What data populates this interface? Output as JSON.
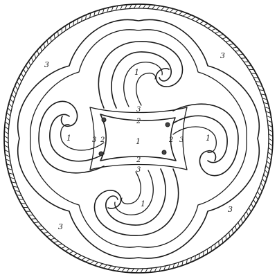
{
  "figure": {
    "zone_labels": {
      "center": "1",
      "center_left": "2",
      "center_right": "2",
      "center_top": "2",
      "center_bottom": "2",
      "border_top": "3",
      "border_bottom": "3",
      "border_left": "3",
      "border_right": "3",
      "lobe_top": "1",
      "lobe_bottom": "1",
      "lobe_left": "1",
      "lobe_right": "1",
      "field_top_left": "3",
      "field_top_right": "3",
      "field_bottom_left": "3",
      "field_bottom_right": "3"
    },
    "colors": {
      "ink": "#1a1a1a",
      "rivet": "#444444",
      "paper": "#ffffff"
    }
  }
}
